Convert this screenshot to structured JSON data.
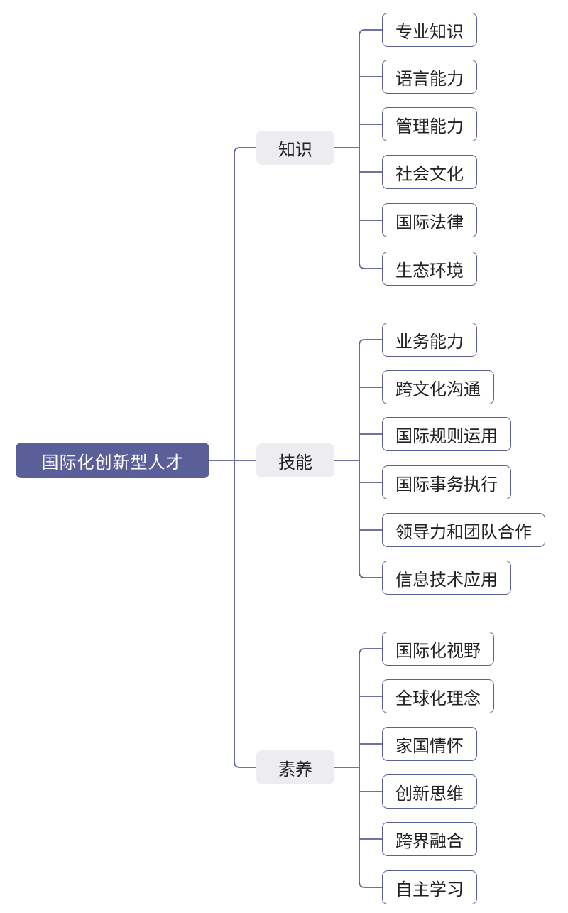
{
  "colors": {
    "line": "#5a5e99",
    "root_bg": "#5a5e99",
    "branch_bg": "#ececf1",
    "leaf_border": "#5a5e99"
  },
  "root": {
    "label": "国际化创新型人才"
  },
  "branches": [
    {
      "label": "知识",
      "children": [
        "专业知识",
        "语言能力",
        "管理能力",
        "社会文化",
        "国际法律",
        "生态环境"
      ]
    },
    {
      "label": "技能",
      "children": [
        "业务能力",
        "跨文化沟通",
        "国际规则运用",
        "国际事务执行",
        "领导力和团队合作",
        "信息技术应用"
      ]
    },
    {
      "label": "素养",
      "children": [
        "国际化视野",
        "全球化理念",
        "家国情怀",
        "创新思维",
        "跨界融合",
        "自主学习"
      ]
    }
  ]
}
